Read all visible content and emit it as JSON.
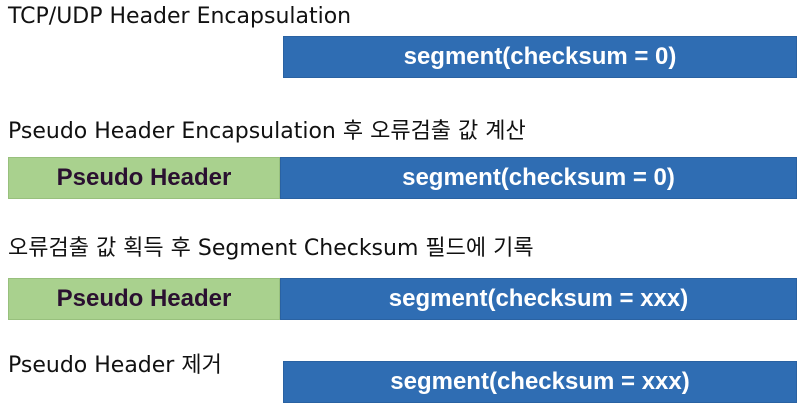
{
  "steps": [
    {
      "label": "TCP/UDP Header Encapsulation",
      "segment": "segment(checksum = 0)"
    },
    {
      "label": "Pseudo Header Encapsulation 후 오류검출 값 계산",
      "pseudo_header": "Pseudo Header",
      "segment": "segment(checksum = 0)"
    },
    {
      "label": "오류검출 값 획득 후 Segment Checksum 필드에 기록",
      "pseudo_header": "Pseudo Header",
      "segment": "segment(checksum = xxx)"
    },
    {
      "label": "Pseudo Header 제거",
      "segment": "segment(checksum = xxx)"
    }
  ],
  "colors": {
    "segment_fill": "#2f6db3",
    "pseudo_header_fill": "#a9d18e",
    "pseudo_header_text": "#2a1030"
  }
}
